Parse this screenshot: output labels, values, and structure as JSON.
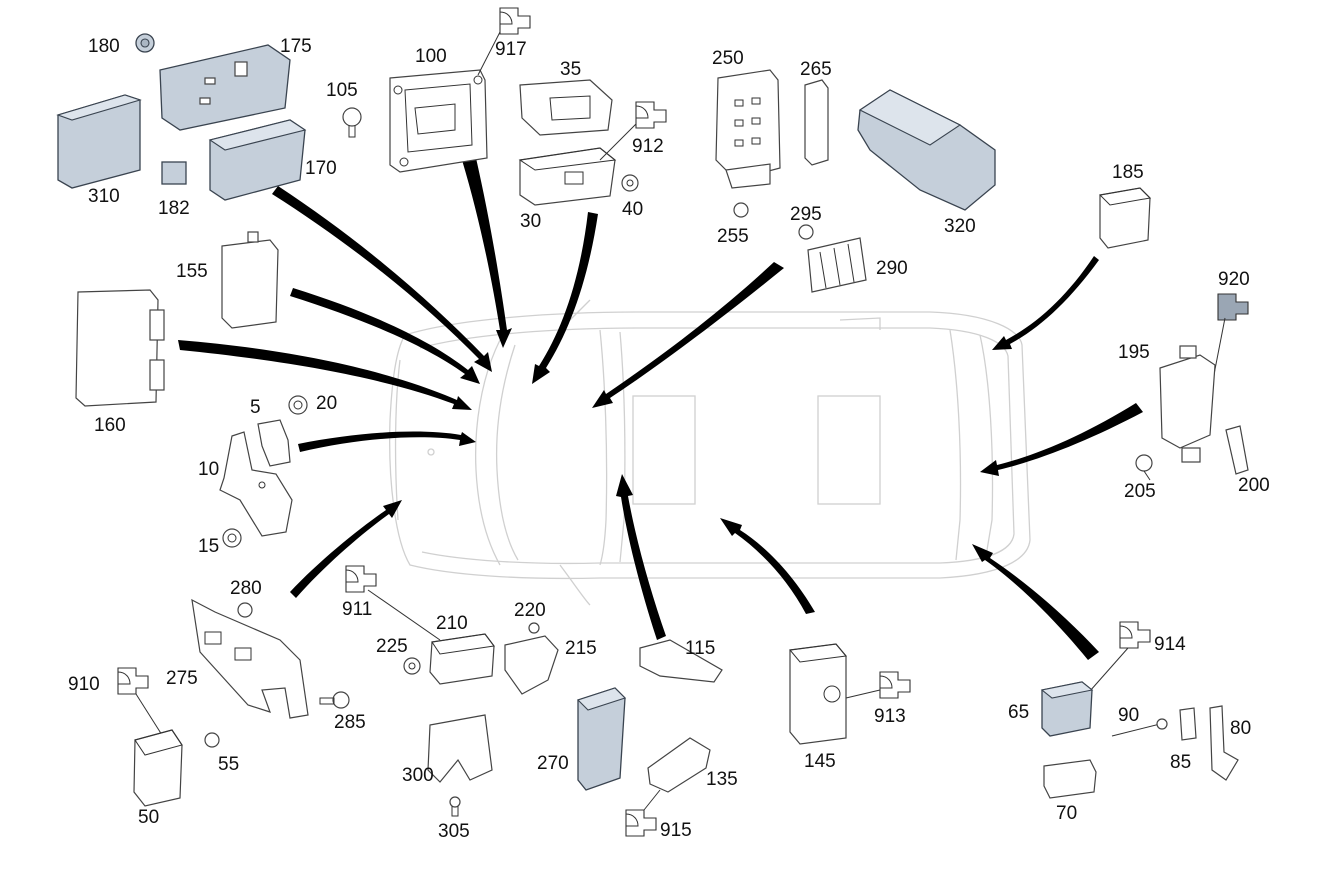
{
  "diagram": {
    "labels": {
      "l5": "5",
      "l10": "10",
      "l15": "15",
      "l20": "20",
      "l30": "30",
      "l35": "35",
      "l40": "40",
      "l50": "50",
      "l55": "55",
      "l65": "65",
      "l70": "70",
      "l80": "80",
      "l85": "85",
      "l90": "90",
      "l100": "100",
      "l105": "105",
      "l115": "115",
      "l135": "135",
      "l145": "145",
      "l155": "155",
      "l160": "160",
      "l170": "170",
      "l175": "175",
      "l180": "180",
      "l182": "182",
      "l185": "185",
      "l195": "195",
      "l200": "200",
      "l205": "205",
      "l210": "210",
      "l215": "215",
      "l220": "220",
      "l225": "225",
      "l250": "250",
      "l255": "255",
      "l265": "265",
      "l270": "270",
      "l275": "275",
      "l280": "280",
      "l285": "285",
      "l290": "290",
      "l295": "295",
      "l300": "300",
      "l305": "305",
      "l310": "310",
      "l320": "320",
      "l910": "910",
      "l911": "911",
      "l912": "912",
      "l913": "913",
      "l914": "914",
      "l915": "915",
      "l917": "917",
      "l920": "920"
    }
  }
}
